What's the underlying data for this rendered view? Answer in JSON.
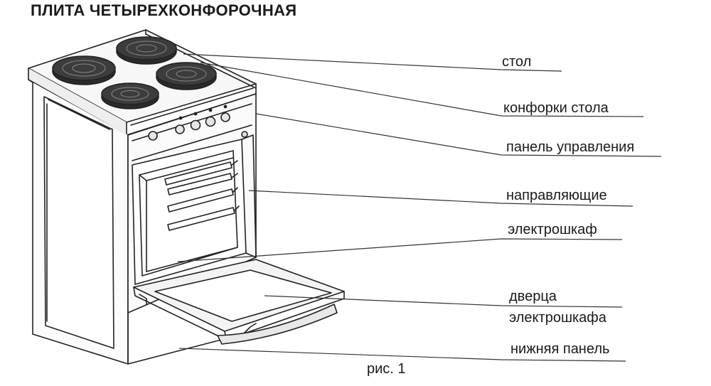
{
  "title": "ПЛИТА ЧЕТЫРЕХКОНФОРОЧНАЯ",
  "labels": {
    "table": "стол",
    "burners": "конфорки стола",
    "control_panel": "панель управления",
    "rails": "направляющие",
    "oven": "электрошкаф",
    "door_line1": "дверца",
    "door_line2": "электрошкафа",
    "bottom_panel": "нижняя панель"
  },
  "caption": "рис. 1"
}
